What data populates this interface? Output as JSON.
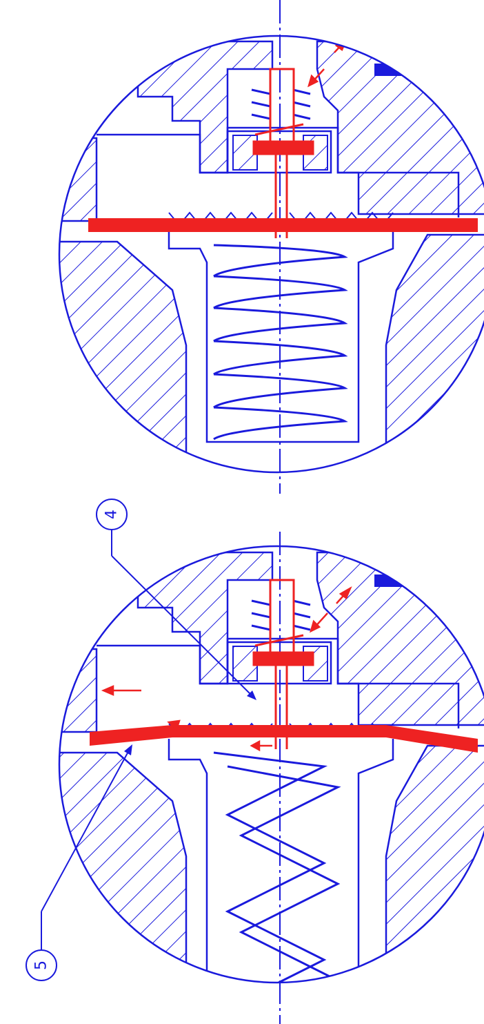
{
  "colors": {
    "line": "#1a1adc",
    "part": "#ee2222",
    "background": "#ffffff",
    "seal": "#1a1adc"
  },
  "callouts": [
    {
      "id": "callout-4",
      "label": "4"
    },
    {
      "id": "callout-5",
      "label": "5"
    }
  ],
  "views": [
    {
      "id": "upper-view",
      "state": "closed"
    },
    {
      "id": "lower-view",
      "state": "open"
    }
  ]
}
